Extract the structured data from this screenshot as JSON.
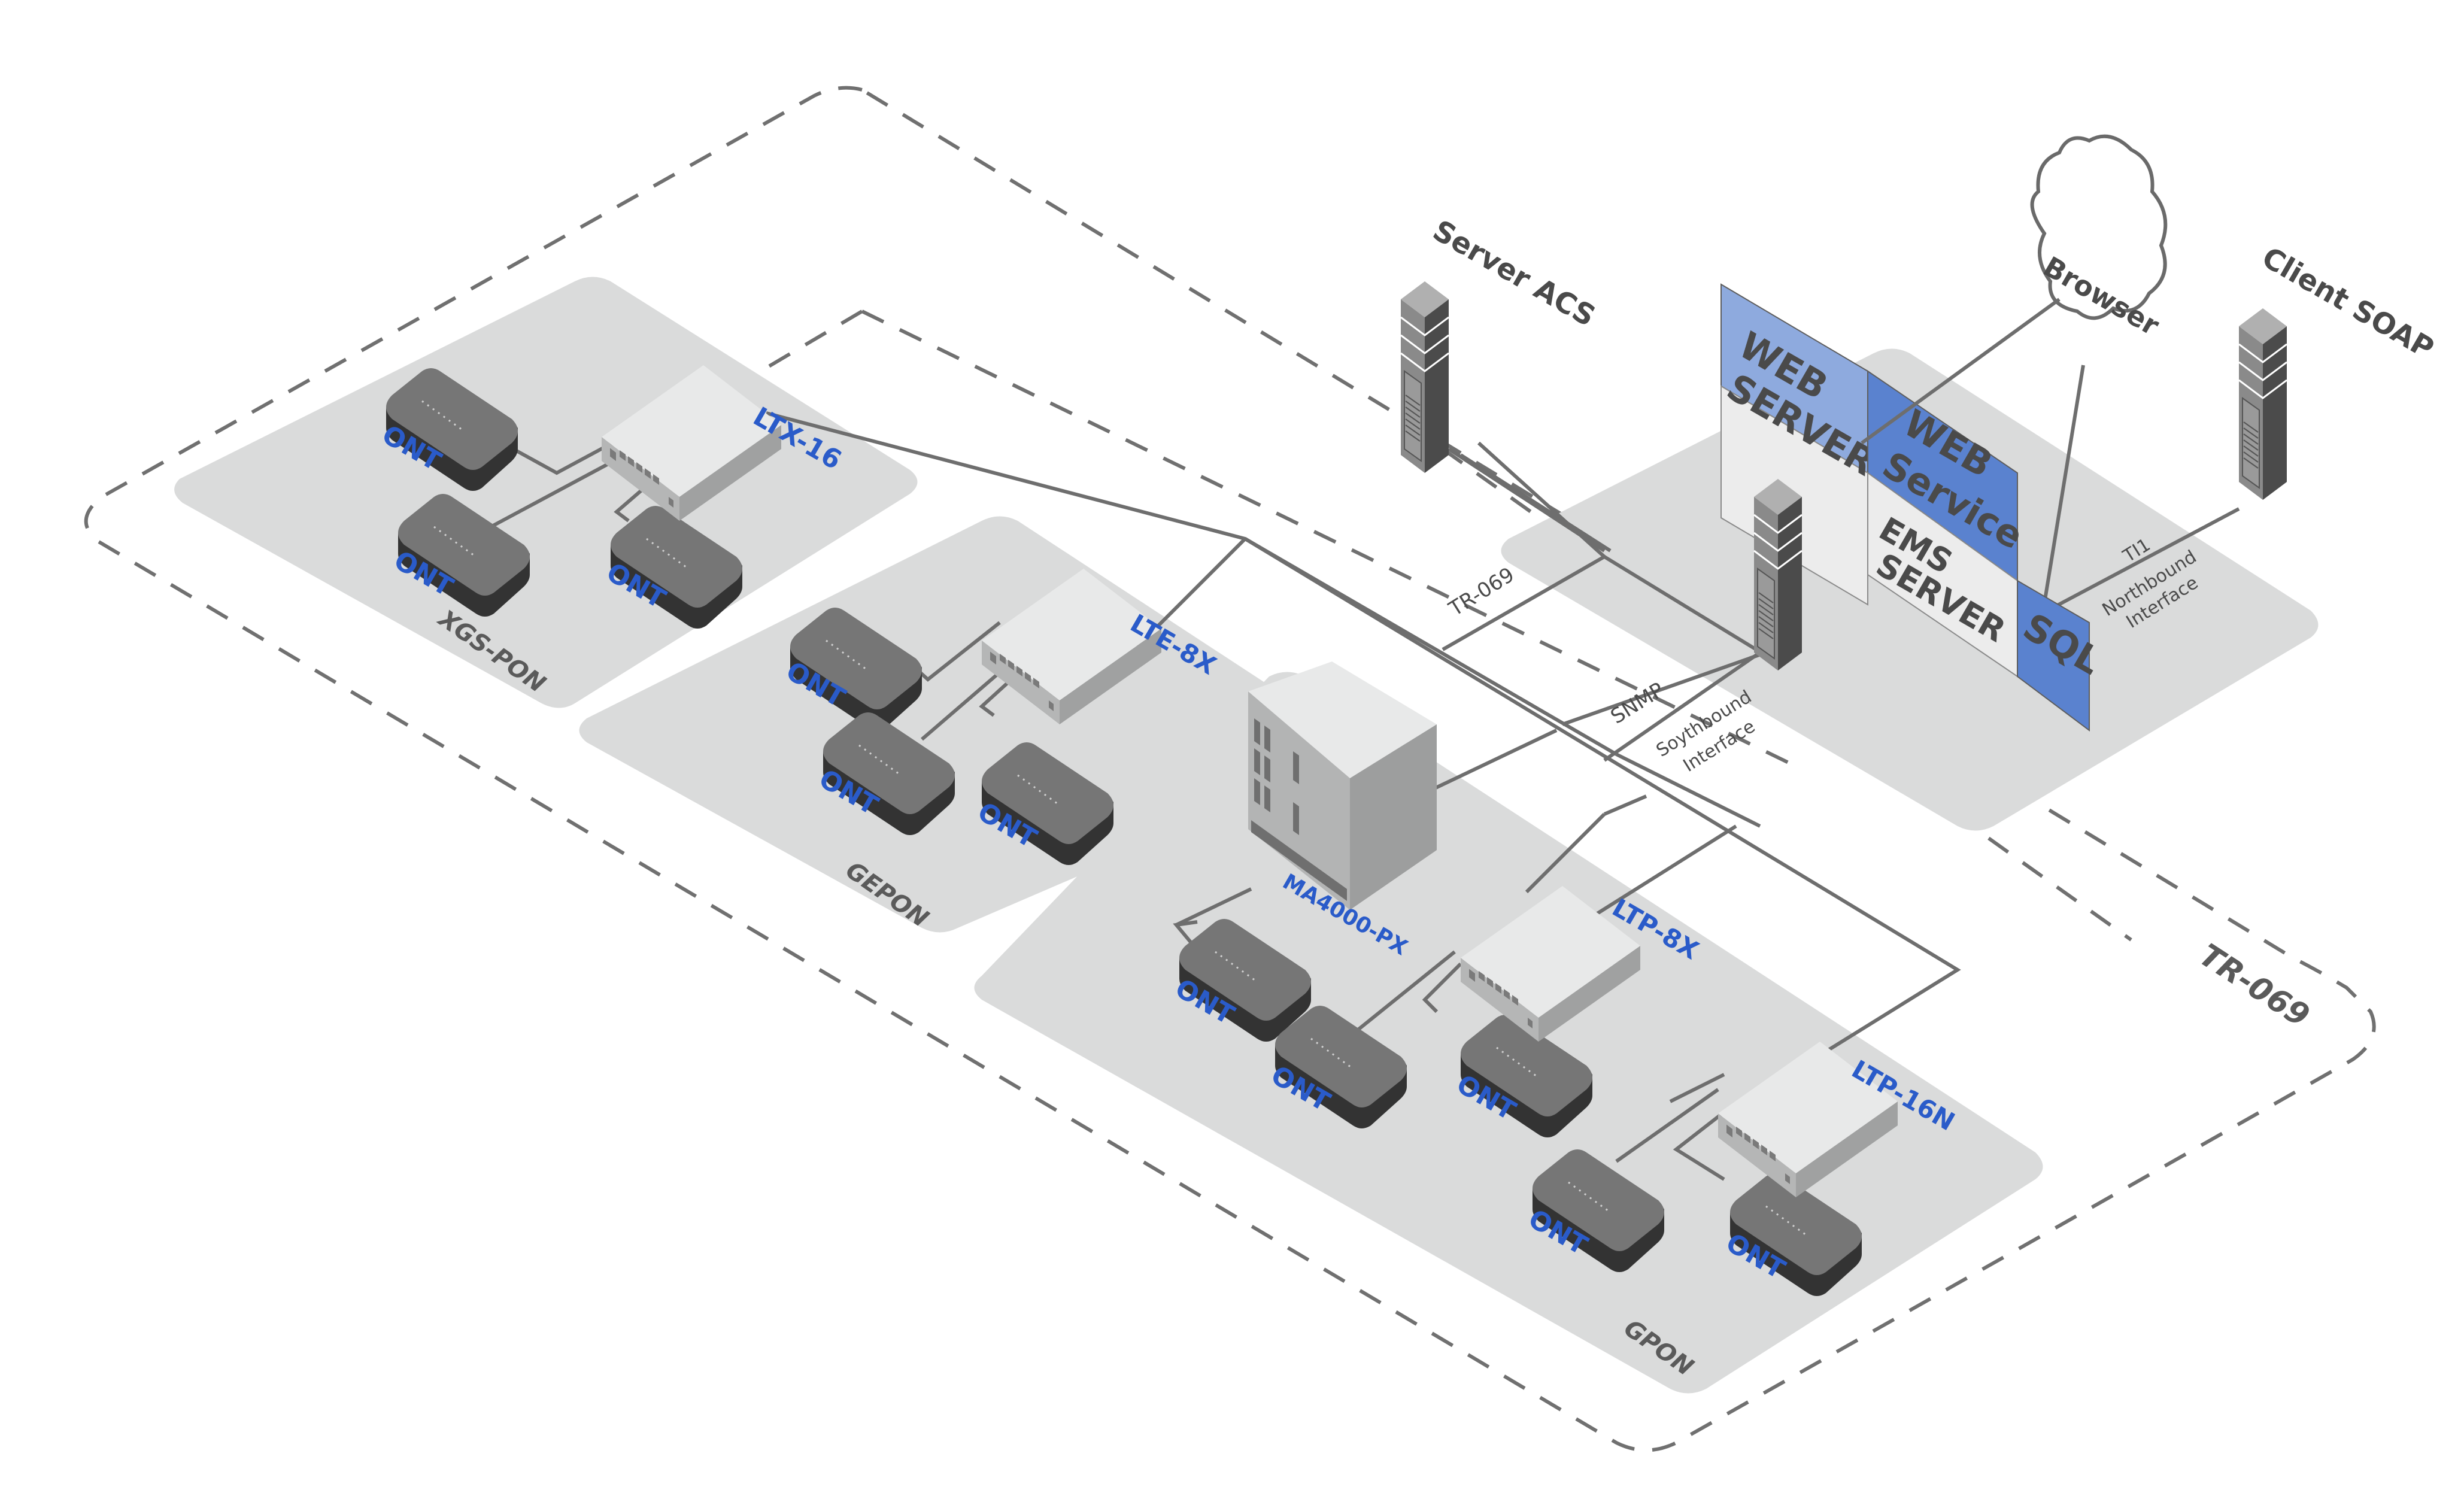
{
  "diagram": {
    "boundary_label": "TR-069",
    "zones": [
      {
        "id": "xgs",
        "label": "XGS-PON"
      },
      {
        "id": "gepon",
        "label": "GEPON"
      },
      {
        "id": "gpon",
        "label": "GPON"
      }
    ],
    "devices": {
      "ltx16": "LTX-16",
      "lte8x": "LTE-8X",
      "ma4000": "MA4000-PX",
      "ltp8x": "LTP-8X",
      "ltp16n": "LTP-16N",
      "ont": "ONT"
    },
    "servers": {
      "acs": "Server ACS",
      "client_soap": "Client SOAP",
      "browser": "Browser",
      "web_server_1": "WEB",
      "web_server_2": "SERVER",
      "web_service_1": "WEB",
      "web_service_2": "Service",
      "ems_1": "EMS",
      "ems_2": "SERVER",
      "sql": "SQL"
    },
    "links": {
      "tr069": "TR-069",
      "snmp": "SNMP",
      "southbound_1": "Soythbound",
      "southbound_2": "Interface",
      "ti1": "TI1",
      "northbound_1": "Northbound",
      "northbound_2": "Interface"
    },
    "colors": {
      "blue_label": "#2a5bc9",
      "web_server_panel": "#8eaade",
      "web_service_panel": "#5a82cf",
      "sql_panel": "#5a82cf",
      "ems_panel": "#ececec",
      "zone_fill": "#dadbdb"
    }
  }
}
